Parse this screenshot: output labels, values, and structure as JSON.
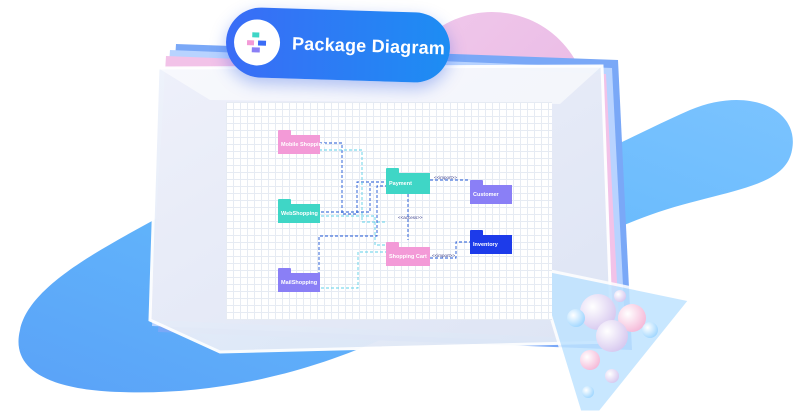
{
  "header": {
    "title": "Package Diagram"
  },
  "packages": [
    {
      "id": "mobile",
      "label": "Mobile Shopping",
      "color": "#f39ad7"
    },
    {
      "id": "web",
      "label": "WebShopping",
      "color": "#3fd6c6"
    },
    {
      "id": "mail",
      "label": "MailShopping",
      "color": "#8a7ff6"
    },
    {
      "id": "payment",
      "label": "Payment",
      "color": "#3fd6c6"
    },
    {
      "id": "cart",
      "label": "Shopping Cart",
      "color": "#f39ad7"
    },
    {
      "id": "customer",
      "label": "Customer",
      "color": "#8a7ff6"
    },
    {
      "id": "inventory",
      "label": "Inventory",
      "color": "#1d3bea"
    }
  ],
  "relations": {
    "import_top": "<<import>>",
    "access": "<<access>>",
    "import_bottom": "<<import>>"
  },
  "icons": {
    "pill_icon": "package-diagram-icon"
  }
}
